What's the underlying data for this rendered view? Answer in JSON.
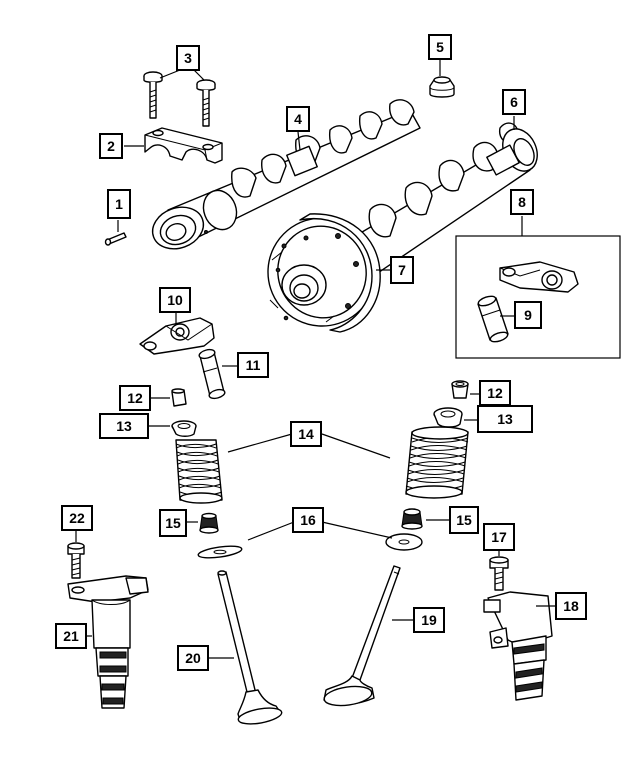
{
  "diagram": {
    "callouts": {
      "1": "1",
      "2": "2",
      "3": "3",
      "4": "4",
      "5": "5",
      "6": "6",
      "7": "7",
      "8": "8",
      "9": "9",
      "10": "10",
      "11": "11",
      "12a": "12",
      "12b": "12",
      "13a": "13",
      "13b": "13",
      "14": "14",
      "15a": "15",
      "15b": "15",
      "16": "16",
      "17": "17",
      "18": "18",
      "19": "19",
      "20": "20",
      "21": "21",
      "22": "22"
    },
    "colors": {
      "line": "#000000",
      "background": "#ffffff",
      "fill": "#ffffff"
    }
  }
}
